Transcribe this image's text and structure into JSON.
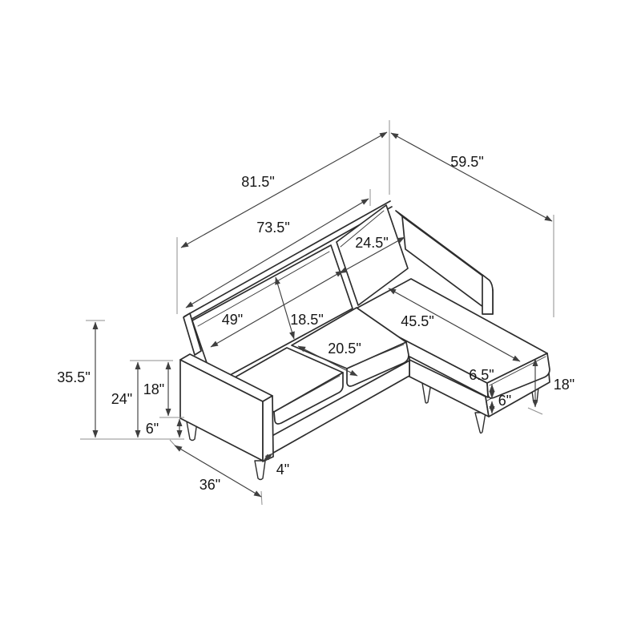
{
  "diagram": {
    "title": "Sectional sofa with chaise - dimension drawing",
    "unit": "inches",
    "background": "#ffffff",
    "line_color": "#2d2d2d",
    "dim_line_color": "#3f3f3f",
    "labels": {
      "overall_width": "81.5\"",
      "overall_depth": "59.5\"",
      "back_width": "73.5\"",
      "right_back_cushion_width": "24.5\"",
      "left_back_cushion_width": "49\"",
      "back_cushion_height": "18.5\"",
      "chaise_cushion_length": "45.5\"",
      "seat_depth": "20.5\"",
      "chaise_cushion_thickness": "6.5\"",
      "chaise_base_height": "6\"",
      "chaise_seat_height": "18\"",
      "overall_height": "35.5\"",
      "arm_height": "24\"",
      "seat_back_height": "18\"",
      "leg_clearance": "6\"",
      "sofa_depth": "36\"",
      "base_rail_height": "4\""
    }
  }
}
